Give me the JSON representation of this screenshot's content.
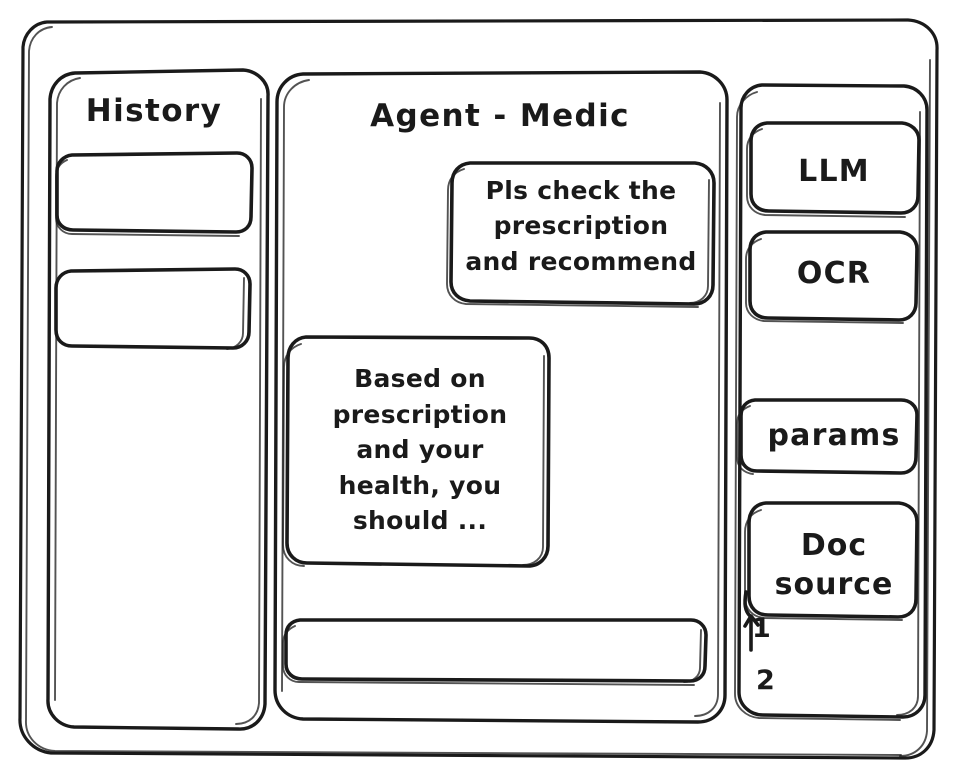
{
  "window": {
    "style": "hand-drawn-wireframe",
    "ink_color": "#1a1a1a",
    "background_color": "#ffffff"
  },
  "sidebar": {
    "heading": "History",
    "items": [
      {
        "label": ""
      },
      {
        "label": ""
      }
    ]
  },
  "main": {
    "title": "Agent - Medic",
    "messages": [
      {
        "role": "user",
        "text": "Pls check the\nprescription\nand recommend"
      },
      {
        "role": "assistant",
        "text": "Based on\nprescription\nand your\nhealth, you\nshould ..."
      }
    ],
    "composer": {
      "value": "",
      "placeholder": ""
    }
  },
  "right_panel": {
    "tools": [
      {
        "label": "LLM"
      },
      {
        "label": "OCR"
      },
      {
        "label": "params"
      }
    ],
    "doc_source": {
      "label": "Doc\nsource",
      "items": [
        "1",
        "2"
      ]
    }
  }
}
